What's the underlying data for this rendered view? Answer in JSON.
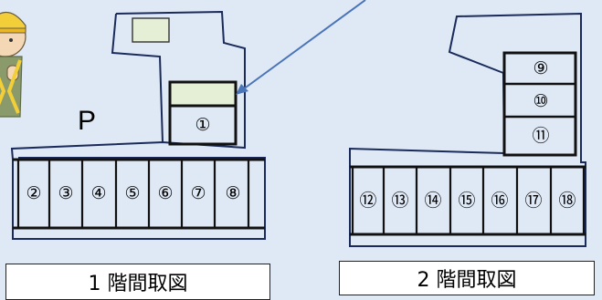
{
  "floor1": {
    "lot_label": "P",
    "room": "①",
    "spaces": [
      "②",
      "③",
      "④",
      "⑤",
      "⑥",
      "⑦",
      "⑧"
    ],
    "caption": "1 階間取図"
  },
  "floor2": {
    "stack": [
      "⑨",
      "⑩",
      "⑪"
    ],
    "spaces": [
      "⑫",
      "⑬",
      "⑭",
      "⑮",
      "⑯",
      "⑰",
      "⑱"
    ],
    "caption": "2 階間取図"
  },
  "colors": {
    "background": "#dfe9f6",
    "highlight": "#e4efd6",
    "arrow": "#4a74b8"
  }
}
